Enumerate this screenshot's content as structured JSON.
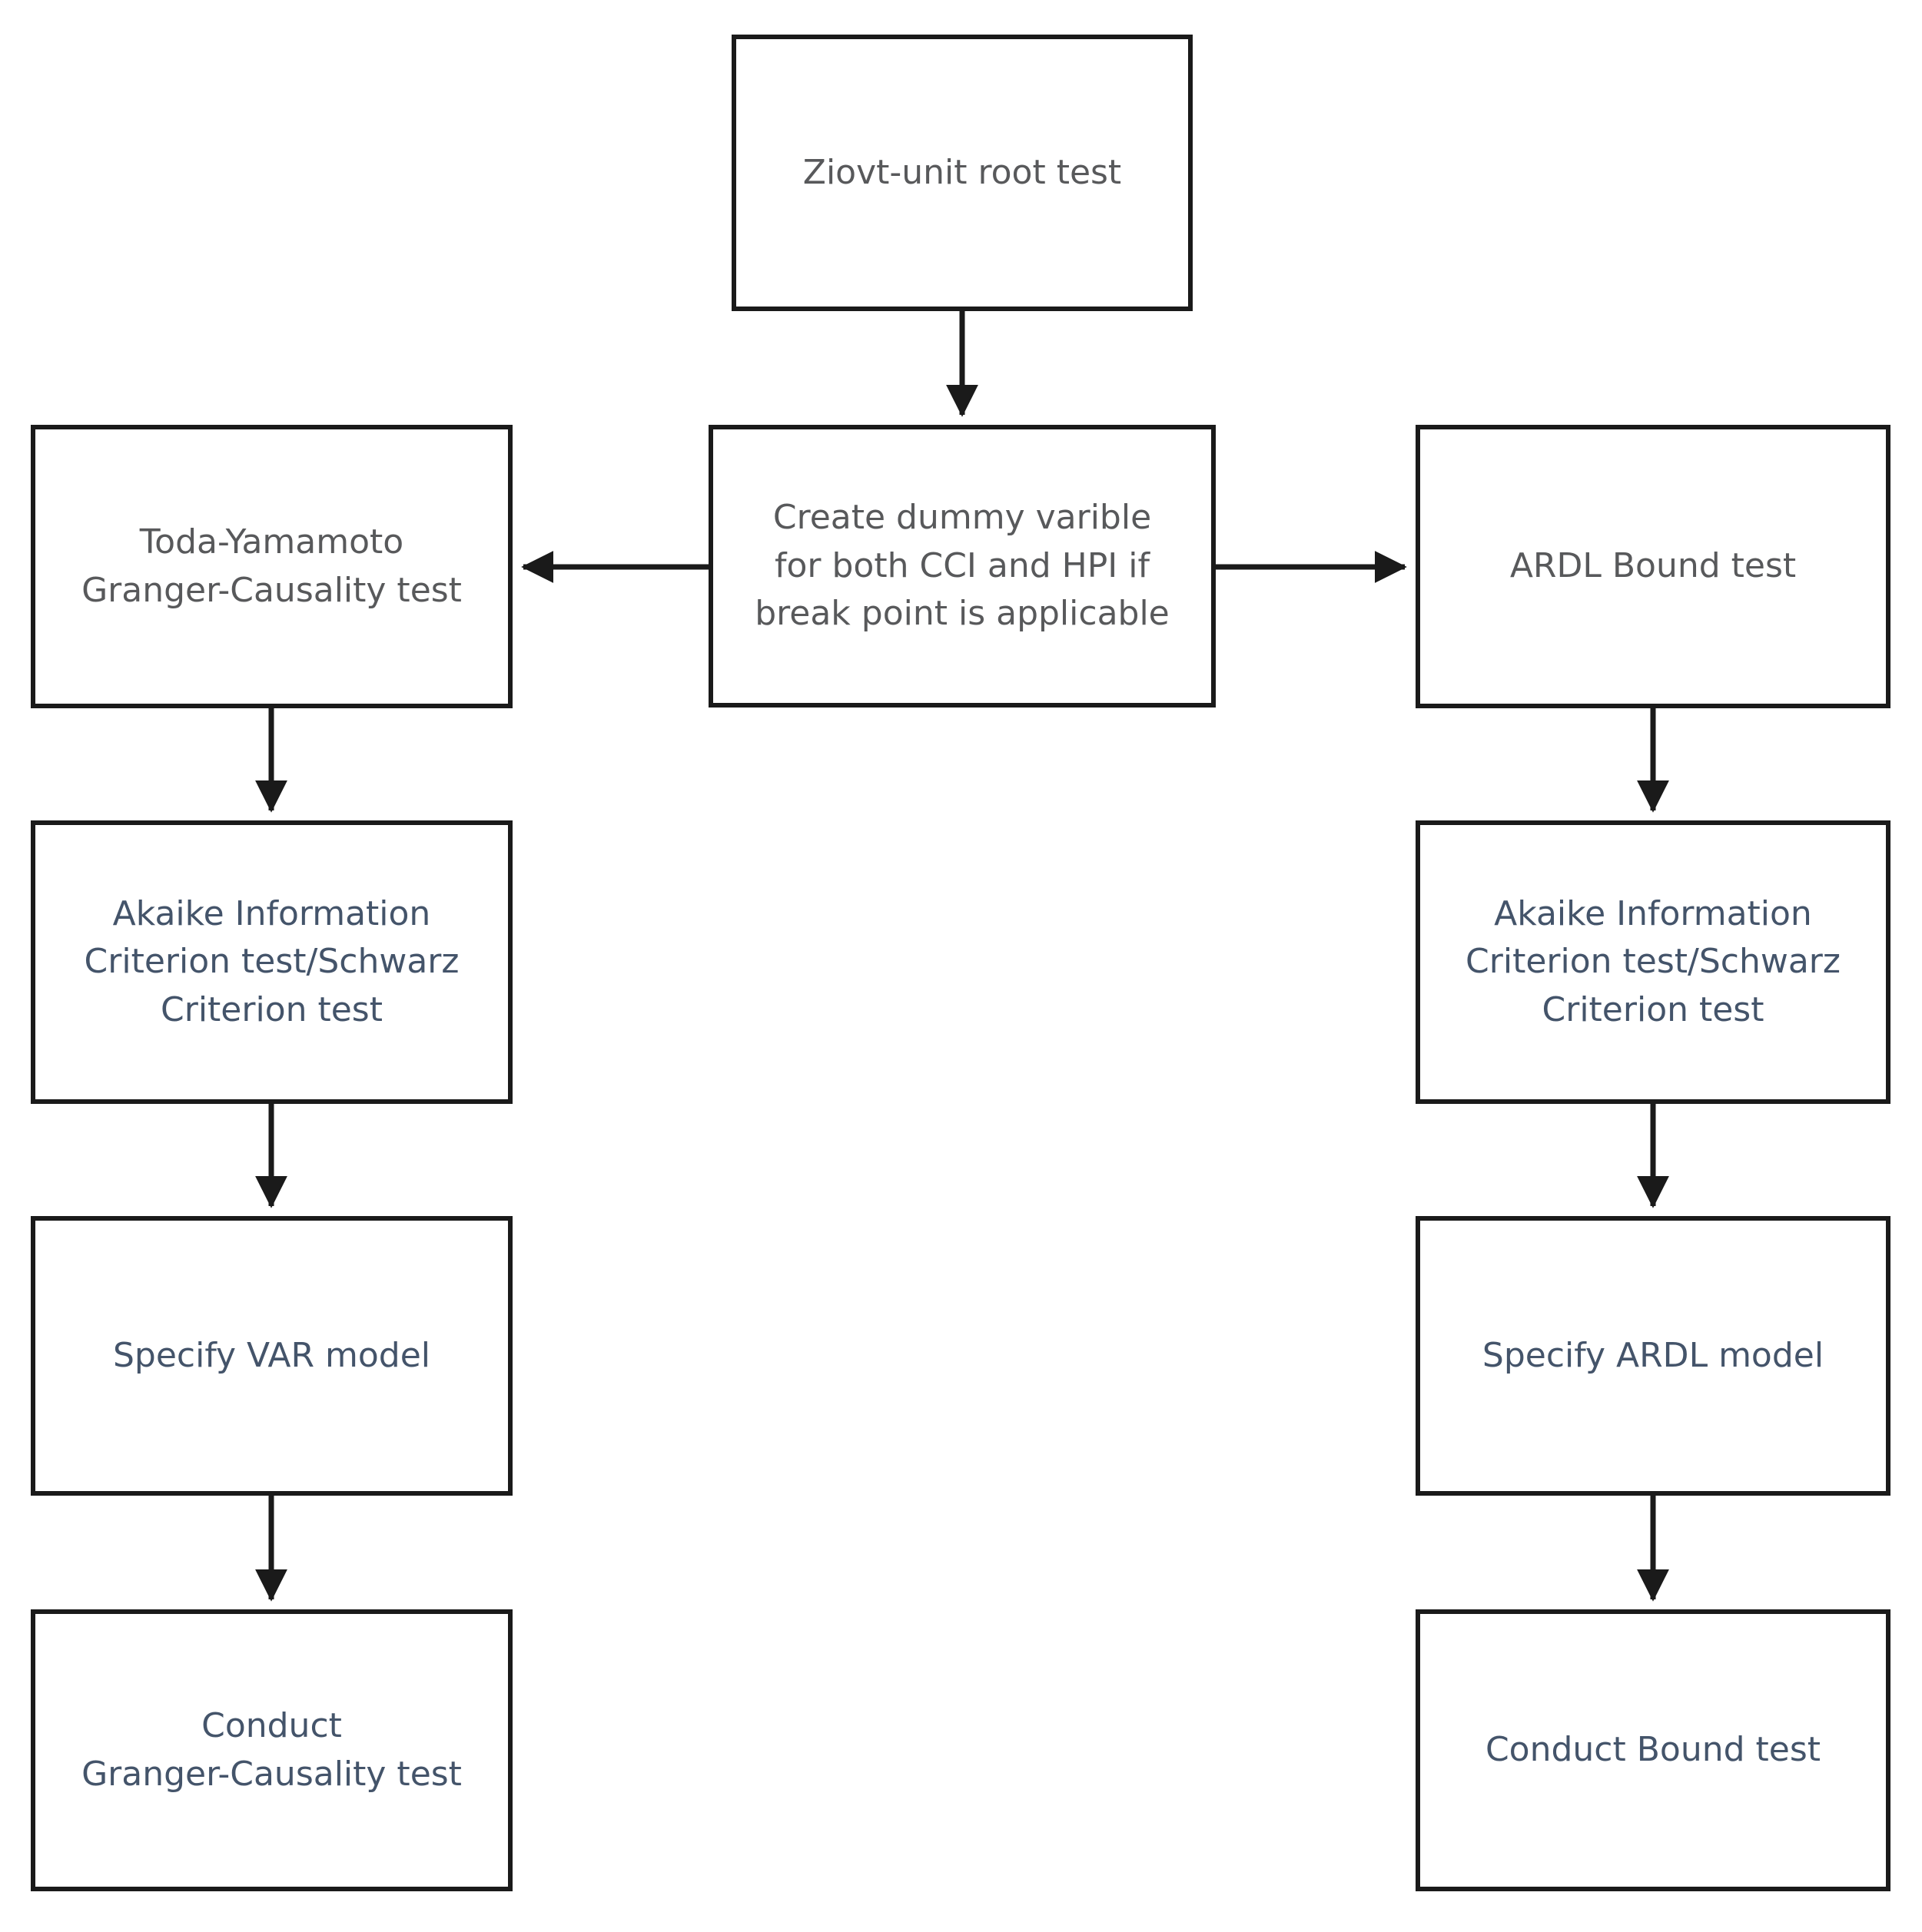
{
  "flowchart": {
    "top": {
      "label": [
        "Ziovt-unit root test"
      ]
    },
    "center": {
      "label": [
        "Create dummy varible",
        "for both CCI and HPI if",
        "break point is applicable"
      ]
    },
    "left_branch": [
      {
        "label": [
          "Toda-Yamamoto",
          "Granger-Causality test"
        ]
      },
      {
        "label": [
          "Akaike Information",
          "Criterion test/Schwarz",
          "Criterion test"
        ]
      },
      {
        "label": [
          "Specify VAR model"
        ]
      },
      {
        "label": [
          "Conduct",
          "Granger-Causality test"
        ]
      }
    ],
    "right_branch": [
      {
        "label": [
          "ARDL Bound test"
        ]
      },
      {
        "label": [
          "Akaike Information",
          "Criterion test/Schwarz",
          "Criterion test"
        ]
      },
      {
        "label": [
          "Specify ARDL model"
        ]
      },
      {
        "label": [
          "Conduct Bound test"
        ]
      }
    ]
  },
  "colors": {
    "background": "#ffffff",
    "box_border": "#1a1a1a",
    "arrow": "#1a1a1a",
    "text_primary_gray": "#58595b",
    "text_secondary_navy": "#44546a"
  }
}
